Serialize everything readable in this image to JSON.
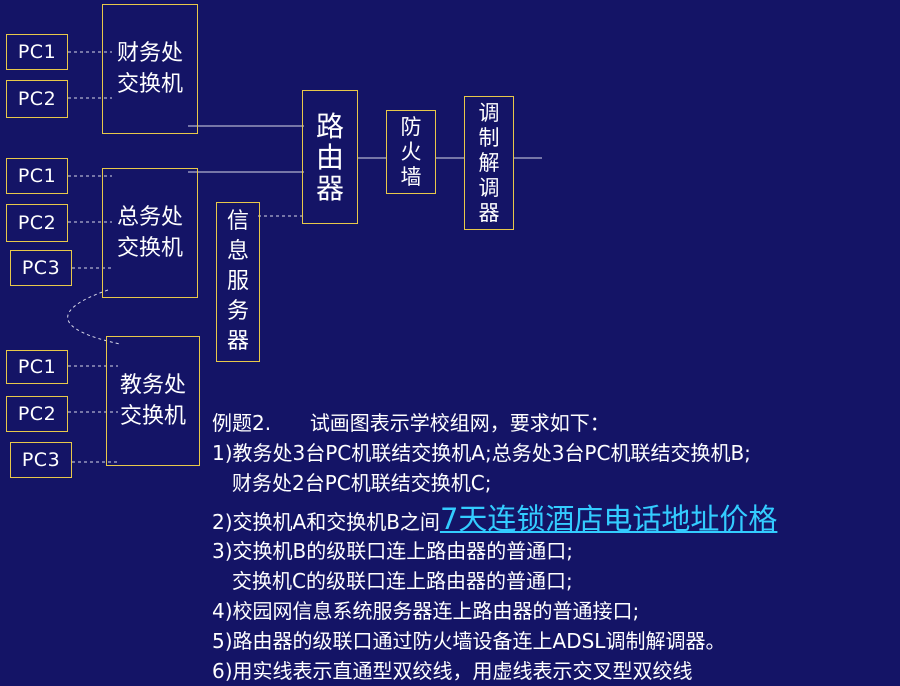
{
  "diagram": {
    "finance_switch": "财务处交换机",
    "general_switch": "总务处交换机",
    "academic_switch": "教务处交换机",
    "router": "路由器",
    "firewall": "防火墙",
    "modem": "调制解调器",
    "info_server": "信息服务器",
    "finance_pcs": [
      "PC1",
      "PC2"
    ],
    "general_pcs": [
      "PC1",
      "PC2",
      "PC3"
    ],
    "academic_pcs": [
      "PC1",
      "PC2",
      "PC3"
    ]
  },
  "problem": {
    "title_prefix": "例题2.",
    "title_text": "试画图表示学校组网，要求如下：",
    "line1": "1)教务处3台PC机联结交换机A;总务处3台PC机联结交换机B;",
    "line1b": "财务处2台PC机联结交换机C;",
    "line2_text": "2)交换机A和交换机B之间",
    "line2_link": "7天连锁酒店电话地址价格",
    "line3": "3)交换机B的级联口连上路由器的普通口;",
    "line3b": "交换机C的级联口连上路由器的普通口;",
    "line4": "4)校园网信息系统服务器连上路由器的普通接口;",
    "line5": "5)路由器的级联口通过防火墙设备连上ADSL调制解调器。",
    "line6": "6)用实线表示直通型双绞线，用虚线表示交叉型双绞线"
  }
}
